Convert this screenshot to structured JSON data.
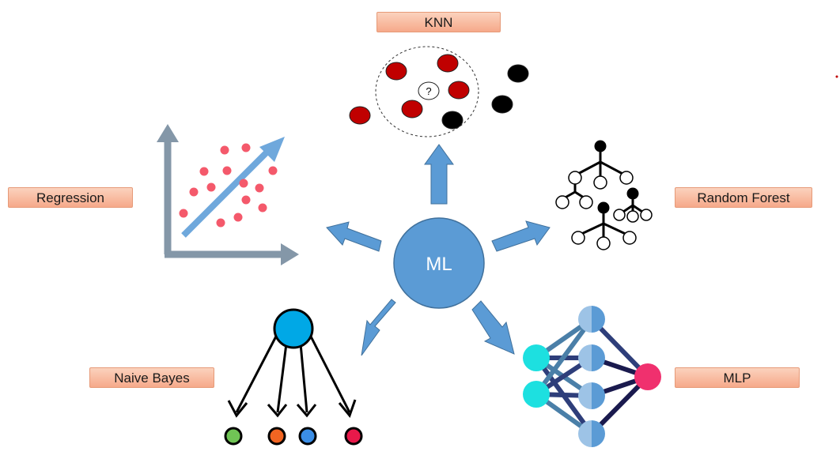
{
  "center": {
    "label": "ML"
  },
  "methods": {
    "knn": "KNN",
    "regression": "Regression",
    "random_forest": "Random Forest",
    "naive_bayes": "Naive Bayes",
    "mlp": "MLP"
  },
  "knn_query_label": "?",
  "colors": {
    "center": "#5b9bd5",
    "arrow": "#5b9bd5",
    "tag_top": "#fbd2bd",
    "tag_bottom": "#f6a98a",
    "knn_red": "#c00000",
    "knn_black": "#000000",
    "regression_axis": "#8497a8",
    "regression_line": "#6fa8dc",
    "regression_points": "#f4596b",
    "bayes_root": "#00a8e6",
    "bayes_leaves": [
      "#70c455",
      "#f26522",
      "#3b8ee6",
      "#e8194a"
    ],
    "mlp_input": "#1de0e0",
    "mlp_hidden": "#5b9bd5",
    "mlp_output": "#f0306e",
    "mlp_edges": [
      "#1a1a4e",
      "#4a7fa8",
      "#2e3e7a"
    ]
  }
}
